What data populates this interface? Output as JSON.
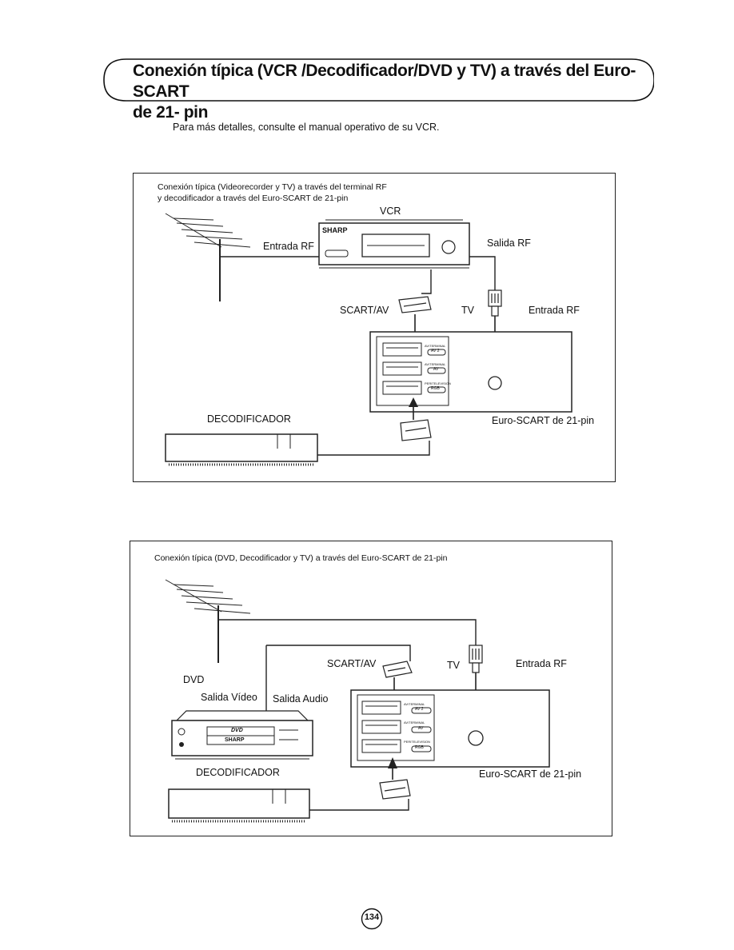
{
  "header": {
    "title_line1": "Conexión típica (VCR /Decodificador/DVD y TV) a través del Euro-SCART",
    "title_line2": "de 21- pin"
  },
  "intro": "Para más detalles, consulte el manual operativo de su VCR.",
  "panel1": {
    "caption_line1": "Conexión típica (Videorecorder y TV) a través del terminal RF",
    "caption_line2": "y decodificador a  través del Euro-SCART de 21-pin",
    "labels": {
      "vcr": "VCR",
      "entrada_rf_left": "Entrada RF",
      "salida_rf": "Salida RF",
      "scart_av": "SCART/AV",
      "tv": "TV",
      "entrada_rf_right": "Entrada RF",
      "decodificador": "DECODIFICADOR",
      "euro_scart": "Euro-SCART de 21-pin",
      "brand": "SHARP"
    }
  },
  "panel2": {
    "caption": "Conexión típica (DVD, Decodificador  y TV) a través del Euro-SCART de 21-pin",
    "labels": {
      "scart_av": "SCART/AV",
      "tv": "TV",
      "entrada_rf": "Entrada RF",
      "dvd": "DVD",
      "salida_video": "Salida Vídeo",
      "salida_audio": "Salida Audio",
      "decodificador": "DECODIFICADOR",
      "euro_scart": "Euro-SCART de 21-pin",
      "brand": "SHARP",
      "dvd_logo": "DVD"
    }
  },
  "tv_terminals": {
    "av_1": "AV/TERMINAL",
    "av_2": "AV/TERMINAL",
    "av_3": "PERITELEVISION",
    "tag_1": "AV 2",
    "tag_2": "AV",
    "tag_3": "RGB"
  },
  "page_number": "134"
}
